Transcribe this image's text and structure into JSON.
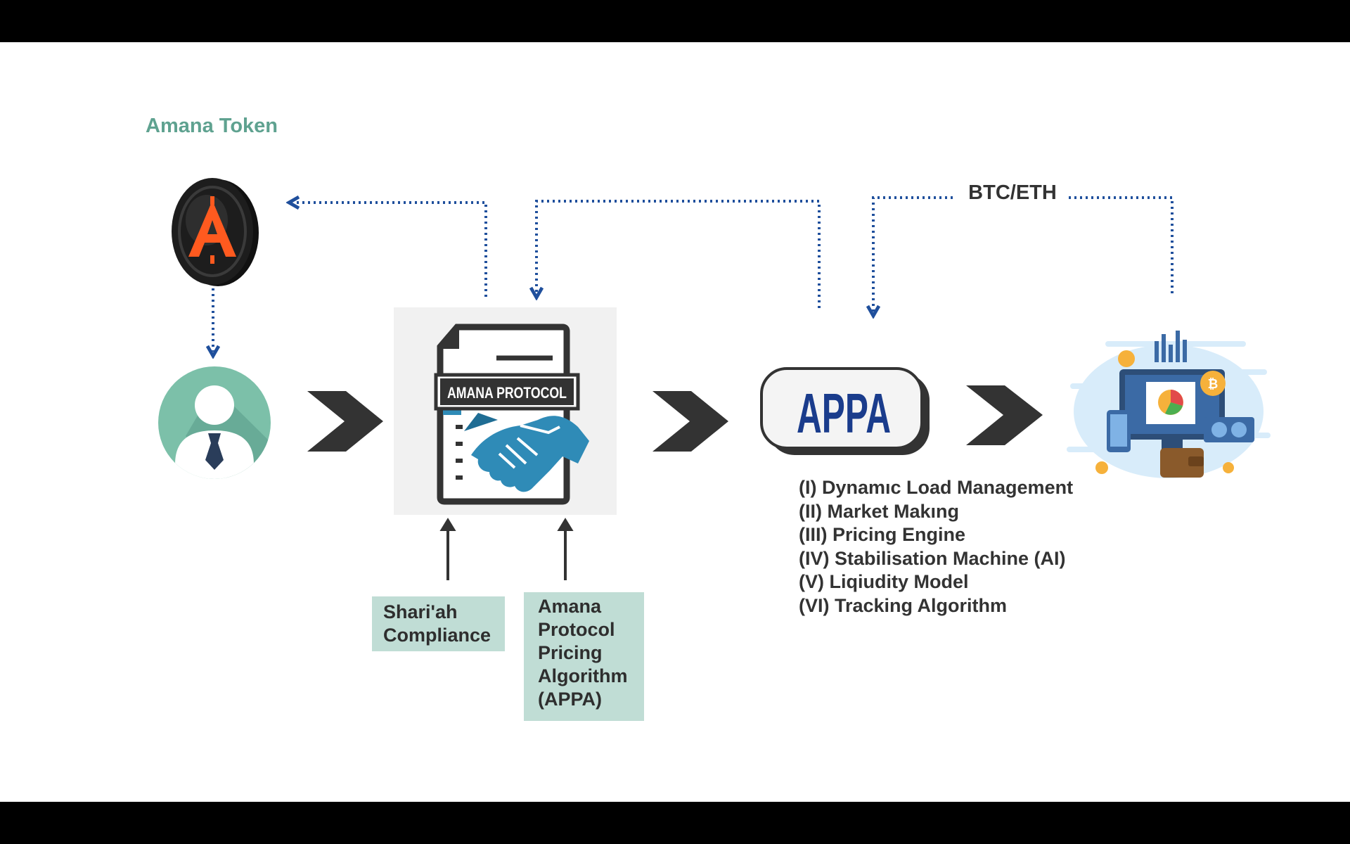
{
  "header": {
    "title": "Amana Token"
  },
  "labels": {
    "btc_eth": "BTC/ETH"
  },
  "protocol_doc": {
    "banner_text": "AMANA PROTOCOL"
  },
  "appa_badge": {
    "text": "APPA"
  },
  "inputs": {
    "shariah_lines": [
      "Shari'ah",
      "Compliance"
    ],
    "appa_lines": [
      "Amana",
      "Protocol",
      "Pricing",
      "Algorithm",
      "(APPA)"
    ]
  },
  "features": [
    "(I) Dynamıc Load Management",
    "(II) Market Makıng",
    "(III) Pricing Engine",
    "(IV) Stabilisation Machine (AI)",
    "(V) Liqiudity Model",
    "(VI) Tracking Algorithm"
  ],
  "token_coin": {
    "letter": "A"
  },
  "colors": {
    "teal_title": "#5fa290",
    "dotted_blue": "#1f4f9c",
    "chevron": "#333333",
    "teal_box": "#c0ddd5",
    "appa_blue": "#1a3c8c",
    "coin_orange": "#ff5a1f",
    "avatar_teal": "#7cc0a9"
  },
  "icons": [
    "token-coin-icon",
    "user-avatar-icon",
    "handshake-document-icon",
    "crypto-devices-icon"
  ]
}
